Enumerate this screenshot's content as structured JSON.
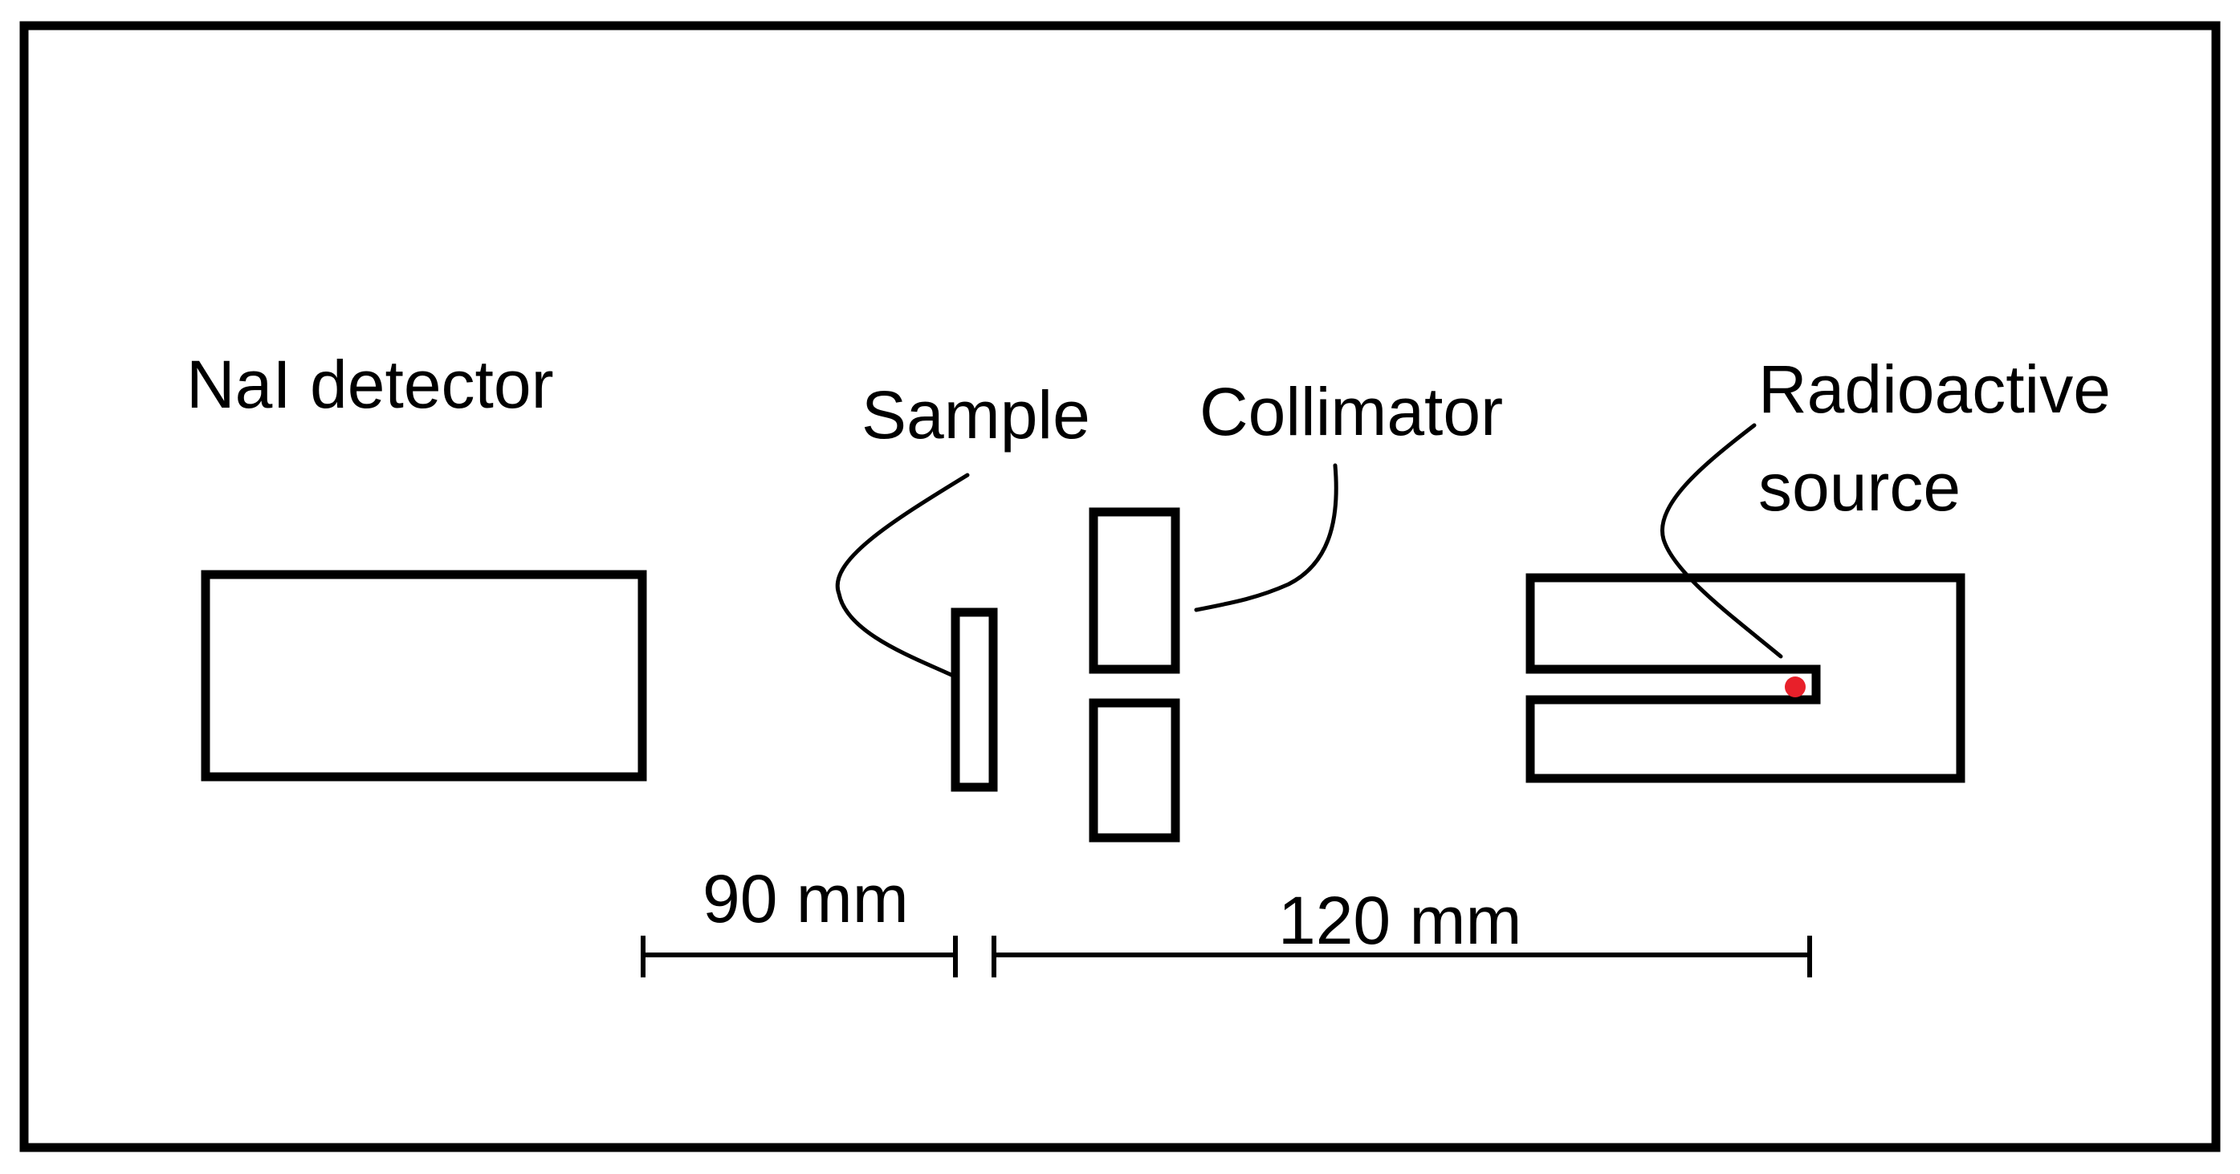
{
  "labels": {
    "detector": "NaI detector",
    "sample": "Sample",
    "collimator": "Collimator",
    "source_line1": "Radioactive",
    "source_line2": "source"
  },
  "dimensions": {
    "left": "90 mm",
    "right": "120 mm"
  },
  "colors": {
    "line": "#000000",
    "source_dot": "#e8202a",
    "background": "#ffffff"
  }
}
